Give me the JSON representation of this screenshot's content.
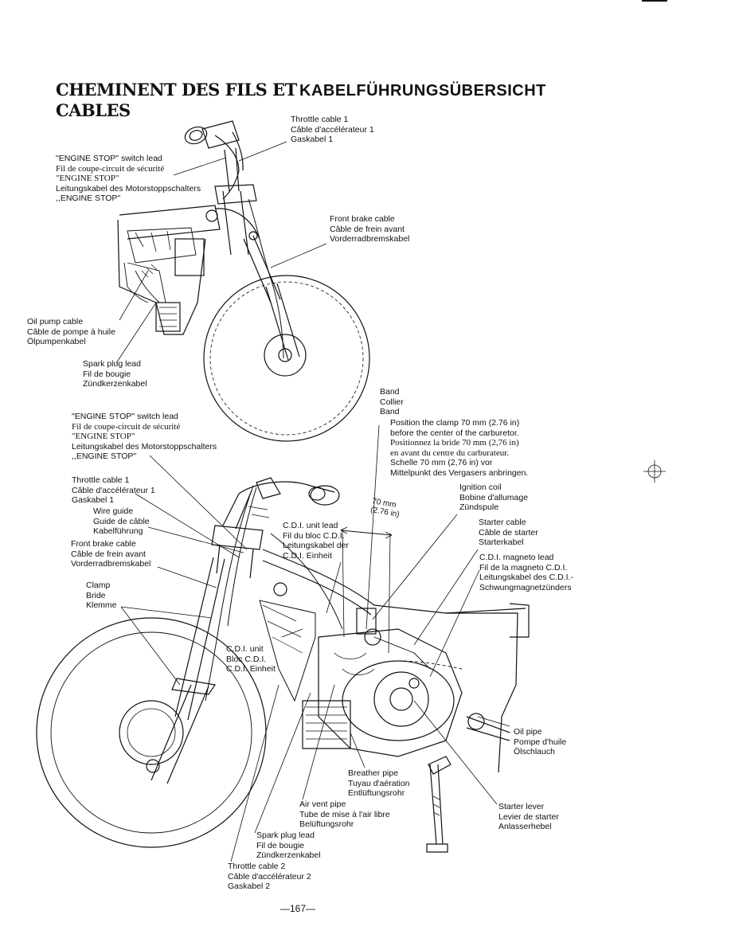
{
  "headings": {
    "french": [
      "CHEMINENT DES FILS ET",
      "CABLES"
    ],
    "german": "KABELFÜHRUNGSÜBERSICHT"
  },
  "top_view": {
    "throttle_cable_1": [
      "Throttle cable 1",
      "Câble d'accélérateur 1",
      "Gaskabel 1"
    ],
    "engine_stop": [
      "\"ENGINE STOP\" switch lead",
      "Fil de coupe-circuit de sécurité",
      "\"ENGINE STOP\"",
      "Leitungskabel des Motorstoppschalters",
      ",,ENGINE STOP\""
    ],
    "front_brake_cable": [
      "Front brake cable",
      "Câble de frein avant",
      "Vorderradbremskabel"
    ],
    "oil_pump_cable": [
      "Oil pump cable",
      "Câble de pompe à huile",
      "Ölpumpenkabel"
    ],
    "spark_plug_lead": [
      "Spark plug lead",
      "Fil de bougie",
      "Zündkerzenkabel"
    ]
  },
  "bottom_view": {
    "band": [
      "Band",
      "Collier",
      "Band"
    ],
    "band_note": [
      "Position the clamp 70 mm (2.76 in)",
      "before the center of the carburetor.",
      "Positionnez la bride 70 mm (2,76 in)",
      "en avant du centre du carburateur.",
      "Schelle 70 mm (2,76 in) vor",
      "Mittelpunkt des Vergasers anbringen."
    ],
    "engine_stop": [
      "\"ENGINE STOP\" switch lead",
      "Fil de coupe-circuit de sécurité",
      "\"ENGINE STOP\"",
      "Leitungskabel des Motorstoppschalters",
      ",,ENGINE STOP\""
    ],
    "throttle_cable_1": [
      "Throttle cable 1",
      "Câble d'accélérateur 1",
      "Gaskabel 1"
    ],
    "wire_guide": [
      "Wire guide",
      "Guide de câble",
      "Kabelführung"
    ],
    "front_brake_cable": [
      "Front brake cable",
      "Câble de frein avant",
      "Vorderradbremskabel"
    ],
    "clamp": [
      "Clamp",
      "Bride",
      "Klemme"
    ],
    "cdi_unit_lead": [
      "C.D.I. unit lead",
      "Fil du bloc C.D.I.",
      "Leitungskabel der",
      "C.D.I. Einheit"
    ],
    "dimension": [
      "70 mm",
      "(2.76 in)"
    ],
    "ignition_coil": [
      "Ignition coil",
      "Bobine d'allumage",
      "Zündspule"
    ],
    "starter_cable": [
      "Starter cable",
      "Câble de starter",
      "Starterkabel"
    ],
    "cdi_magneto_lead": [
      "C.D.I. magneto lead",
      "Fil de la magneto C.D.I.",
      "Leitungskabel des C.D.I.-",
      "Schwungmagnetzünders"
    ],
    "cdi_unit": [
      "C.D.I. unit",
      "Bloc C.D.I.",
      "C.D.I. Einheit"
    ],
    "oil_pipe": [
      "Oil pipe",
      "Pompe d'huile",
      "Ölschlauch"
    ],
    "breather_pipe": [
      "Breather pipe",
      "Tuyau d'aération",
      "Entlüftungsrohr"
    ],
    "air_vent_pipe": [
      "Air vent pipe",
      "Tube de mise à l'air libre",
      "Belüftungsrohr"
    ],
    "starter_lever": [
      "Starter lever",
      "Levier de starter",
      "Anlasserhebel"
    ],
    "spark_plug_lead": [
      "Spark plug lead",
      "Fil de bougie",
      "Zündkerzenkabel"
    ],
    "throttle_cable_2": [
      "Throttle cable 2",
      "Câble d'accélérateur 2",
      "Gaskabel 2"
    ]
  },
  "page_number": "—167—"
}
